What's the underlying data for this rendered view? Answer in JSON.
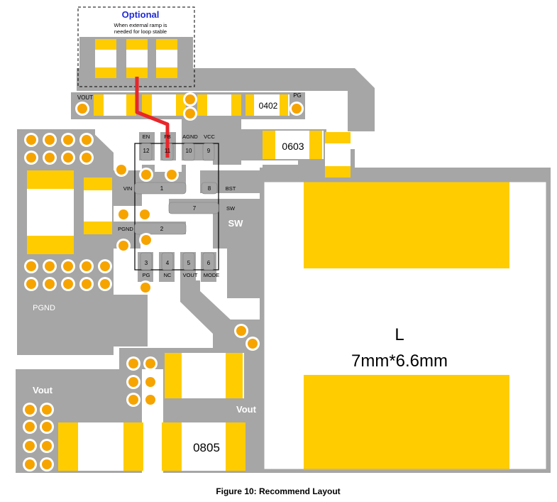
{
  "optional_box": {
    "title": "Optional",
    "note_line1": "When external ramp is",
    "note_line2": "needed for loop stable"
  },
  "pins": {
    "en": "EN",
    "fb": "FB",
    "agnd": "AGND",
    "vcc": "VCC",
    "p12": "12",
    "p11": "11",
    "p10": "10",
    "p9": "9",
    "vin": "VIN",
    "p1": "1",
    "p8": "8",
    "bst": "BST",
    "p7": "7",
    "sw_pin": "SW",
    "pgnd_pin": "PGND",
    "p2": "2",
    "p3": "3",
    "p4": "4",
    "p5": "5",
    "p6": "6",
    "pg": "PG",
    "nc": "NC",
    "vout": "VOUT",
    "mode": "MODE"
  },
  "labels": {
    "vout_top": "VOUT",
    "pg_top": "PG",
    "pkg_0402": "0402",
    "pkg_0603": "0603",
    "sw_net": "SW",
    "pgnd_net": "PGND",
    "vout_left": "Vout",
    "vout_mid": "Vout",
    "pkg_0805": "0805",
    "inductor_name": "L",
    "inductor_size": "7mm*6.6mm"
  },
  "caption": "Figure 10: Recommend Layout",
  "colors": {
    "copper": "#a6a6a6",
    "pad": "#ffcc00",
    "via_ring": "#ffffff",
    "via_center": "#f6a400",
    "trace": "#e8262a",
    "optional_title": "#1f2ad6"
  }
}
